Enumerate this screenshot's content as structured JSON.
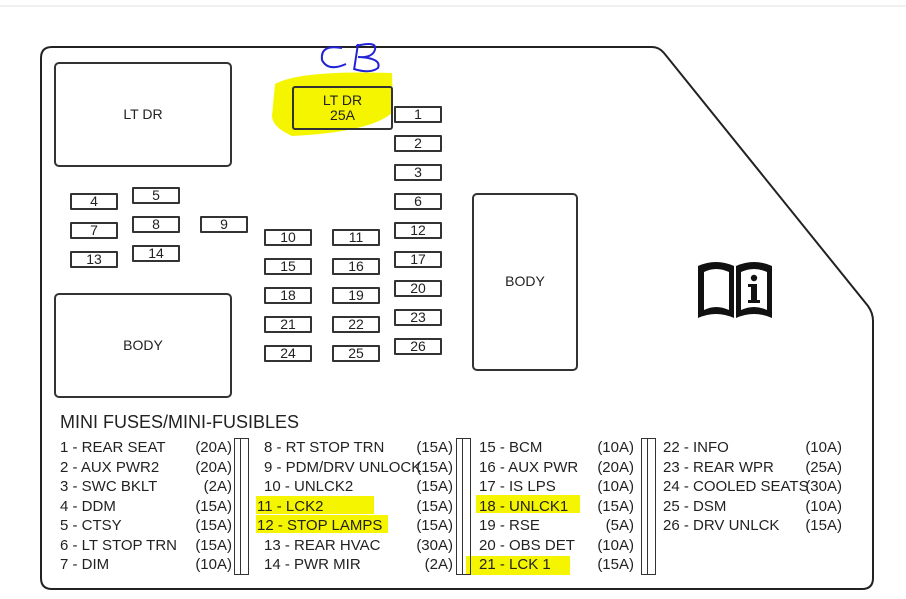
{
  "boxes": {
    "lt_dr_large": "LT DR",
    "lt_dr_relay_line1": "LT DR",
    "lt_dr_relay_line2": "25A",
    "body_left": "BODY",
    "body_center": "BODY"
  },
  "fuses": [
    "1",
    "2",
    "3",
    "4",
    "5",
    "6",
    "7",
    "8",
    "9",
    "10",
    "11",
    "12",
    "13",
    "14",
    "15",
    "16",
    "17",
    "18",
    "19",
    "20",
    "21",
    "22",
    "23",
    "24",
    "25",
    "26"
  ],
  "annotation": "CB",
  "manual_icon": "owners-manual-info-icon",
  "legend": {
    "title": "MINI FUSES/MINI-FUSIBLES",
    "columns": [
      [
        {
          "label": "1 - REAR SEAT",
          "amp": "(20A)"
        },
        {
          "label": "2 - AUX PWR2",
          "amp": "(20A)"
        },
        {
          "label": "3 - SWC BKLT",
          "amp": "(2A)"
        },
        {
          "label": "4 - DDM",
          "amp": "(15A)"
        },
        {
          "label": "5 - CTSY",
          "amp": "(15A)"
        },
        {
          "label": "6 - LT STOP TRN",
          "amp": "(15A)"
        },
        {
          "label": "7 - DIM",
          "amp": "(10A)"
        }
      ],
      [
        {
          "label": "8 - RT STOP TRN",
          "amp": "(15A)"
        },
        {
          "label": "9 - PDM/DRV UNLOCK",
          "amp": "(15A)"
        },
        {
          "label": "10 - UNLCK2",
          "amp": "(15A)"
        },
        {
          "label": "11 - LCK2",
          "amp": "(15A)"
        },
        {
          "label": "12 - STOP LAMPS",
          "amp": "(15A)"
        },
        {
          "label": "13 - REAR HVAC",
          "amp": "(30A)"
        },
        {
          "label": "14 - PWR MIR",
          "amp": "(2A)"
        }
      ],
      [
        {
          "label": "15 - BCM",
          "amp": "(10A)"
        },
        {
          "label": "16 - AUX PWR",
          "amp": "(20A)"
        },
        {
          "label": "17 - IS LPS",
          "amp": "(10A)"
        },
        {
          "label": "18 - UNLCK1",
          "amp": "(15A)"
        },
        {
          "label": "19 - RSE",
          "amp": "(5A)"
        },
        {
          "label": "20 - OBS DET",
          "amp": "(10A)"
        },
        {
          "label": "21 - LCK 1",
          "amp": "(15A)"
        }
      ],
      [
        {
          "label": "22 - INFO",
          "amp": "(10A)"
        },
        {
          "label": "23 - REAR WPR",
          "amp": "(25A)"
        },
        {
          "label": "24 - COOLED SEATS",
          "amp": "(30A)"
        },
        {
          "label": "25 - DSM",
          "amp": "(10A)"
        },
        {
          "label": "26 - DRV UNLCK",
          "amp": "(15A)"
        }
      ]
    ]
  },
  "colors": {
    "highlight": "#f5f500",
    "annotation_ink": "#2323d6",
    "outline": "#333333"
  }
}
